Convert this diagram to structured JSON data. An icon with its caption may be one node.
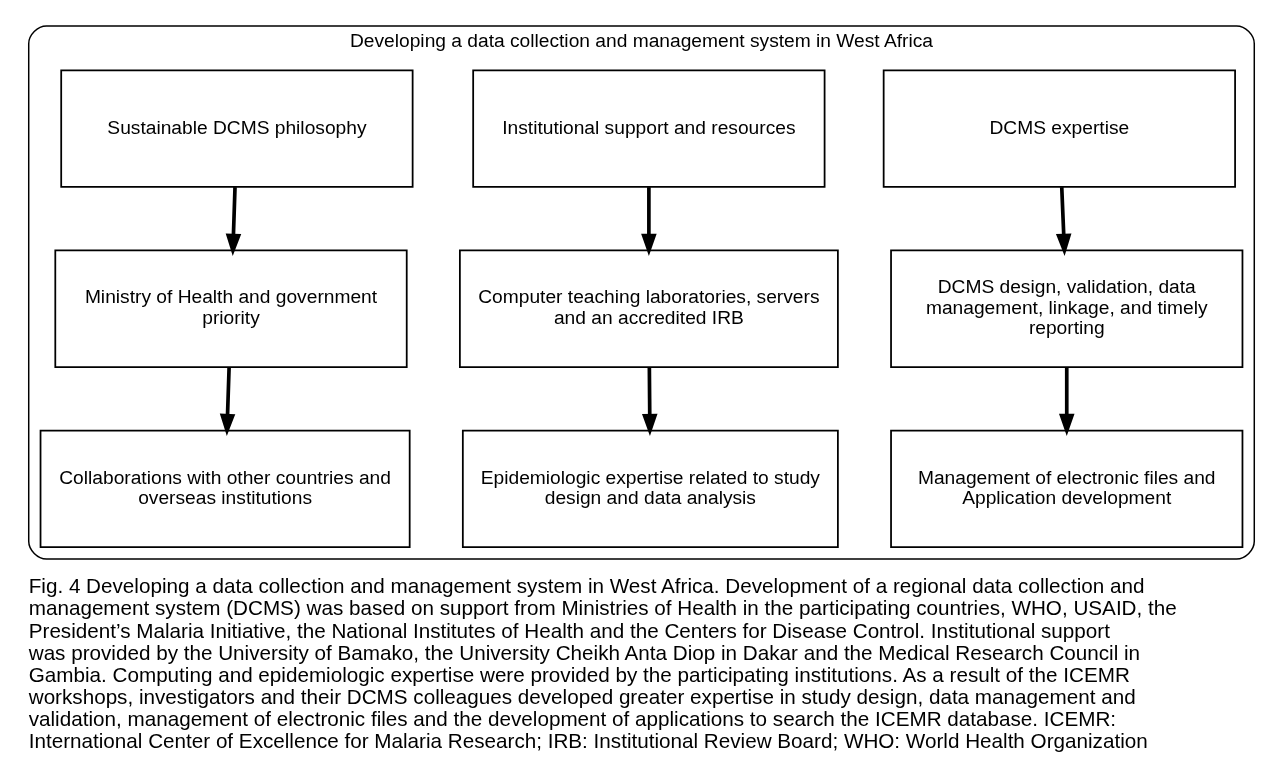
{
  "diagram": {
    "caption": "Fig. 4 Developing a data collection and management system in West Africa. Development of a regional data collection and management system (DCMS) was based on support from Ministries of Health in the participating countries, WHO, USAID, the President’s Malaria Initiative, the National Institutes of Health and the Centers for Disease Control. Institutional support was provided by the University of Bamako, the University Cheikh Anta Diop in Dakar and the Medical Research Council in Gambia. Computing and epidemiologic expertise were provided by the participating institutions. As a result of the ICEMR workshops, investigators and their DCMS colleagues developed greater expertise in study design, data management and validation, management of electronic files and the development of applications to search the ICEMR database. ICEMR: International Center of Excellence for Malaria Research; IRB: Institutional Review Board; WHO: World Health Organization",
    "nodes": [
      {
        "text": [
          "Developing a data collection and management system in West Africa"
        ]
      },
      {
        "text": [
          "Sustainable DCMS philosophy"
        ],
        "in": 0
      },
      {
        "text": [
          "Institutional support and resources"
        ],
        "in": 0
      },
      {
        "text": [
          "DCMS expertise"
        ],
        "in": 0
      },
      {
        "text": [
          "Ministry of Health and government priority"
        ],
        "in": 0
      },
      {
        "text": [
          "Computer teaching laboratories, servers and an accredited IRB"
        ],
        "in": 0
      },
      {
        "text": [
          "DCMS design, validation, data management, linkage, and timely reporting"
        ],
        "in": 0
      },
      {
        "text": [
          "Collaborations with other countries and overseas institutions"
        ],
        "in": 0
      },
      {
        "text": [
          "Epidemiologic expertise related to study design and data analysis"
        ],
        "in": 0
      },
      {
        "text": [
          "Management of electronic files and Application development"
        ],
        "in": 0
      }
    ],
    "edges": [
      {
        "from": 1,
        "to": 4,
        "arrow": "to"
      },
      {
        "from": 4,
        "to": 7,
        "arrow": "to"
      },
      {
        "from": 2,
        "to": 5,
        "arrow": "to"
      },
      {
        "from": 5,
        "to": 8,
        "arrow": "to"
      },
      {
        "from": 3,
        "to": 6,
        "arrow": "to"
      },
      {
        "from": 6,
        "to": 9,
        "arrow": "to"
      }
    ]
  }
}
